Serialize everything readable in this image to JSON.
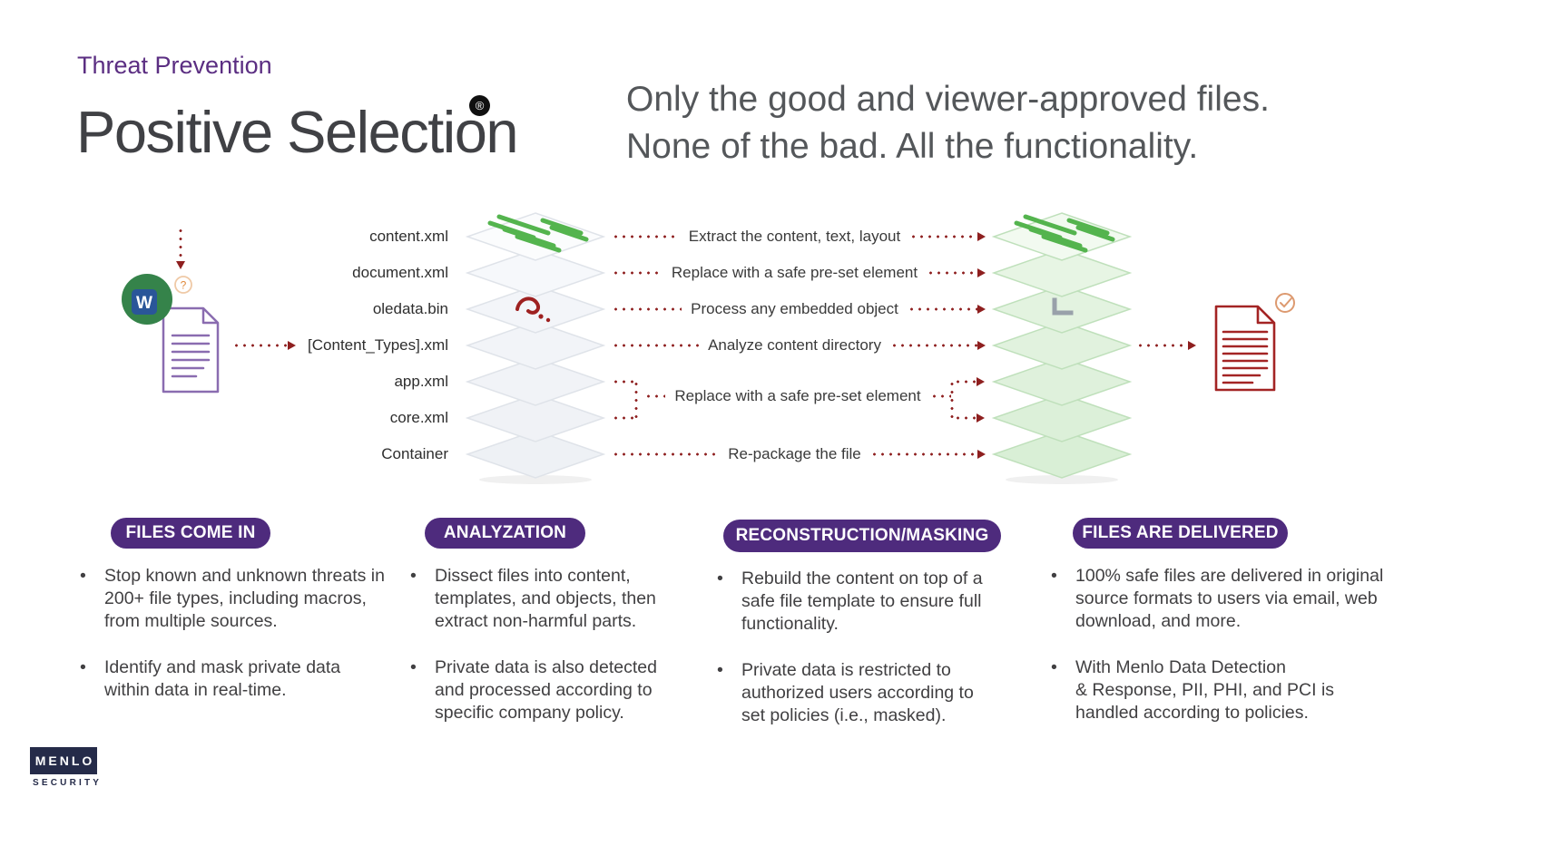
{
  "colors": {
    "purple": "#5b2e82",
    "pill_purple": "#4e2b7d",
    "dotted_red": "#8e1f1f",
    "green": "#54b44e",
    "navy": "#252b49"
  },
  "header": {
    "eyebrow": "Threat Prevention",
    "title": "Positive Selection",
    "registered_mark": "®",
    "tagline_line1": "Only the good and viewer-approved files.",
    "tagline_line2": "None of the bad. All the functionality."
  },
  "diagram": {
    "file_labels": [
      "content.xml",
      "document.xml",
      "oledata.bin",
      "[Content_Types].xml",
      "app.xml",
      "core.xml",
      "Container"
    ],
    "steps": [
      "Extract the content, text, layout",
      "Replace with a safe pre-set element",
      "Process any embedded object",
      "Analyze content directory",
      "Replace with a safe pre-set element",
      "Re-package the file"
    ]
  },
  "icons": {
    "word_letter": "W",
    "question_mark": "?"
  },
  "columns": [
    {
      "header": "FILES COME IN",
      "bullets": [
        "Stop known and unknown threats in 200+ file types, including macros, from multiple sources.",
        "Identify and mask private data within data in real-time."
      ]
    },
    {
      "header": "ANALYZATION",
      "bullets": [
        "Dissect files into content, templates, and objects, then extract non-harmful parts.",
        "Private data is also detected and processed according to specific company policy."
      ]
    },
    {
      "header": "RECONSTRUCTION/MASKING",
      "bullets": [
        "Rebuild the content on top of a safe file template to ensure full functionality.",
        "Private data is restricted to authorized users according to set policies (i.e., masked)."
      ]
    },
    {
      "header": "FILES ARE DELIVERED",
      "bullets": [
        "100% safe files are delivered in original source formats to users via email, web download, and more.",
        "With Menlo Data Detection\n& Response, PII, PHI, and PCI is\nhandled according to policies."
      ]
    }
  ],
  "logo": {
    "name": "MENLO",
    "sub": "SECURITY"
  }
}
